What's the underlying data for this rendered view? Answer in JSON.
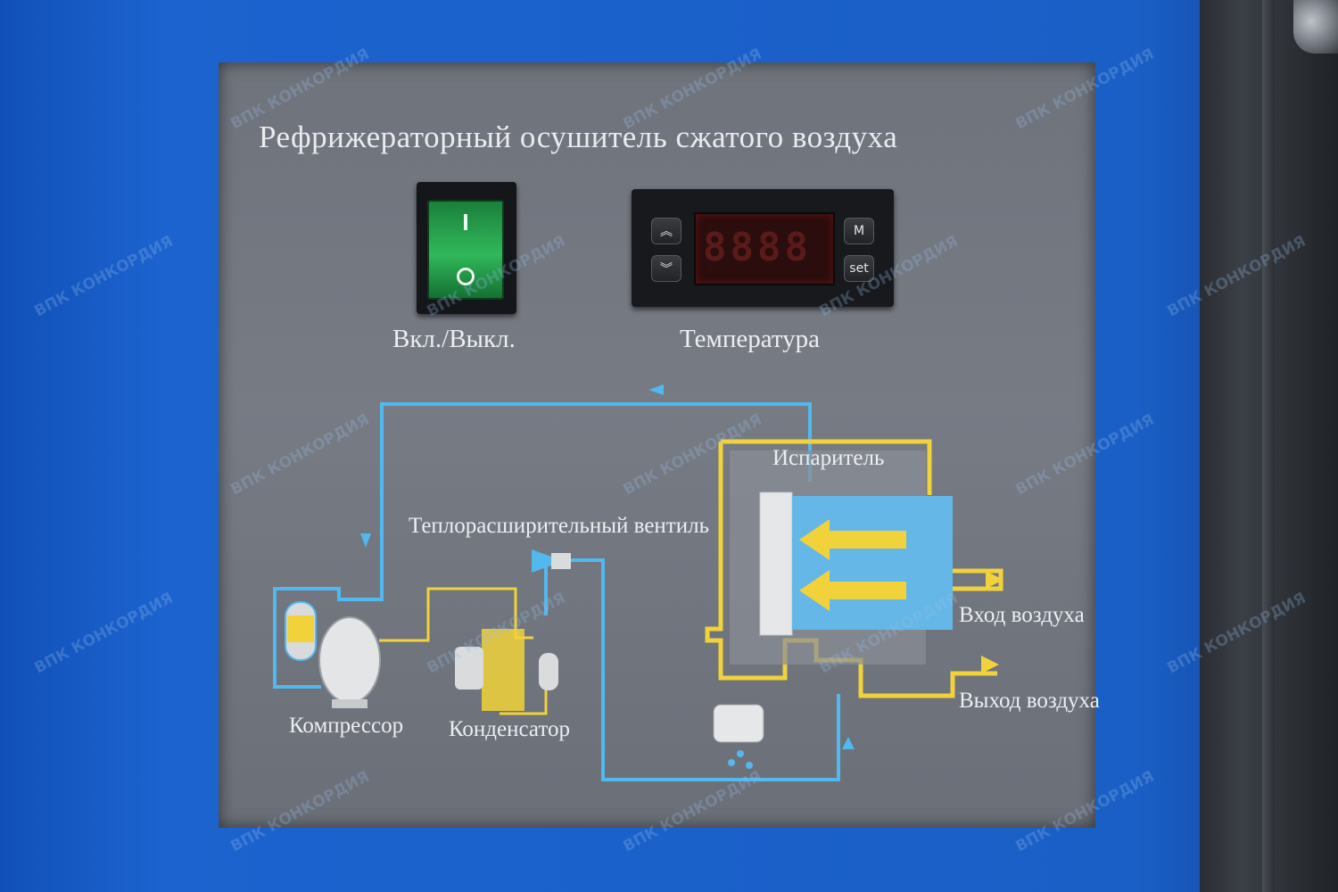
{
  "panel": {
    "title": "Рефрижераторный осушитель сжатого воздуха",
    "power_switch_label": "Вкл./Выкл.",
    "temperature_label": "Температура"
  },
  "controller": {
    "up_button": "︽",
    "down_button": "︾",
    "mode_button": "M",
    "set_button": "set",
    "display_value": "8888"
  },
  "diagram": {
    "compressor": "Компрессор",
    "condenser": "Конденсатор",
    "expansion_valve": "Теплорасширительный вентиль",
    "evaporator": "Испаритель",
    "air_inlet": "Вход воздуха",
    "air_outlet": "Выход воздуха"
  },
  "colors": {
    "cabinet_blue": "#1a5fc4",
    "panel_gray": "#73777f",
    "refrigerant_line": "#52b8ee",
    "air_path_yellow": "#f1d23a",
    "switch_green": "#31b85a",
    "display_red": "#2b0d0d"
  },
  "watermark": "ВПК КОНКОРДИЯ"
}
